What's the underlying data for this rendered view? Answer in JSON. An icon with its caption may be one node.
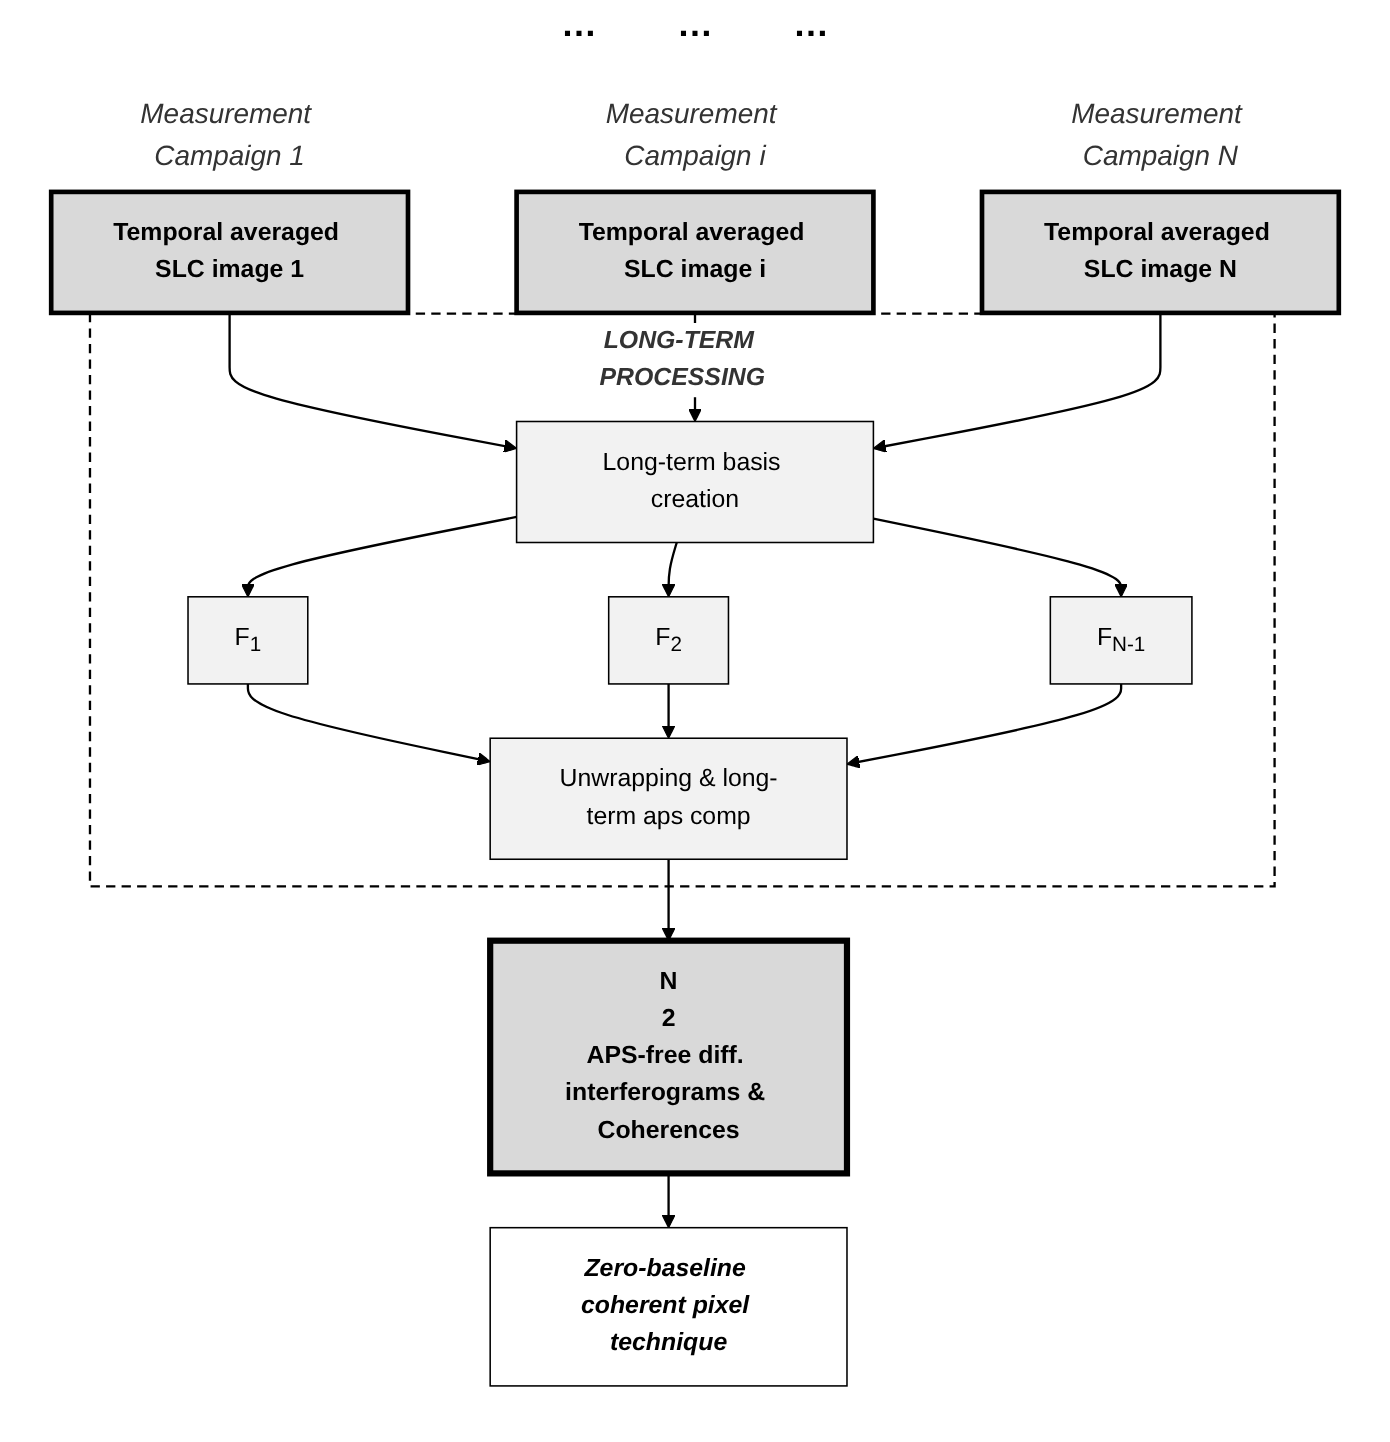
{
  "diagram": {
    "nodes": [
      {
        "text": [
          "Temporal averaged SLC image 1"
        ],
        "beside": [
          "Measurement Campaign 1"
        ]
      },
      {
        "text": [
          "Temporal averaged SLC image i"
        ],
        "beside": [
          "Measurement Campaign i"
        ]
      },
      {
        "text": [
          "Temporal averaged SLC image N"
        ],
        "beside": [
          "Measurement Campaign N"
        ]
      },
      {
        "text": [
          "LONG-TERM PROCESSING"
        ]
      },
      {
        "text": [
          "Long-term basis creation"
        ],
        "in": 3
      },
      {
        "text": [
          "F$_{1}$"
        ],
        "in": 3
      },
      {
        "text": [
          "F$_{2}$"
        ],
        "in": 3
      },
      {
        "text": [
          "F$_{N-1}$"
        ],
        "in": 3
      },
      {
        "text": [
          "Unwrapping & long-term aps comp"
        ],
        "in": 3
      },
      {
        "text": [
          "N",
          "2",
          "APS-free diff. interferograms & Coherences"
        ]
      },
      {
        "text": [
          "Zero-baseline coherent pixel technique"
        ]
      }
    ],
    "edges": [
      {
        "from": 0,
        "to": 4,
        "arrow": "to"
      },
      {
        "from": 1,
        "to": 4,
        "arrow": "to"
      },
      {
        "from": 2,
        "to": 4,
        "arrow": "to"
      },
      {
        "from": 4,
        "to": 5,
        "arrow": "to"
      },
      {
        "from": 4,
        "to": 6,
        "arrow": "to"
      },
      {
        "from": 4,
        "to": 7,
        "arrow": "to"
      },
      {
        "from": 5,
        "to": 8,
        "arrow": "to"
      },
      {
        "from": 6,
        "to": 8,
        "arrow": "to"
      },
      {
        "from": 7,
        "to": 8,
        "arrow": "to"
      },
      {
        "from": 8,
        "to": 9,
        "arrow": "to"
      },
      {
        "from": 9,
        "to": 10,
        "arrow": "to"
      }
    ],
    "labels": [
      "…",
      "…",
      "…"
    ]
  }
}
